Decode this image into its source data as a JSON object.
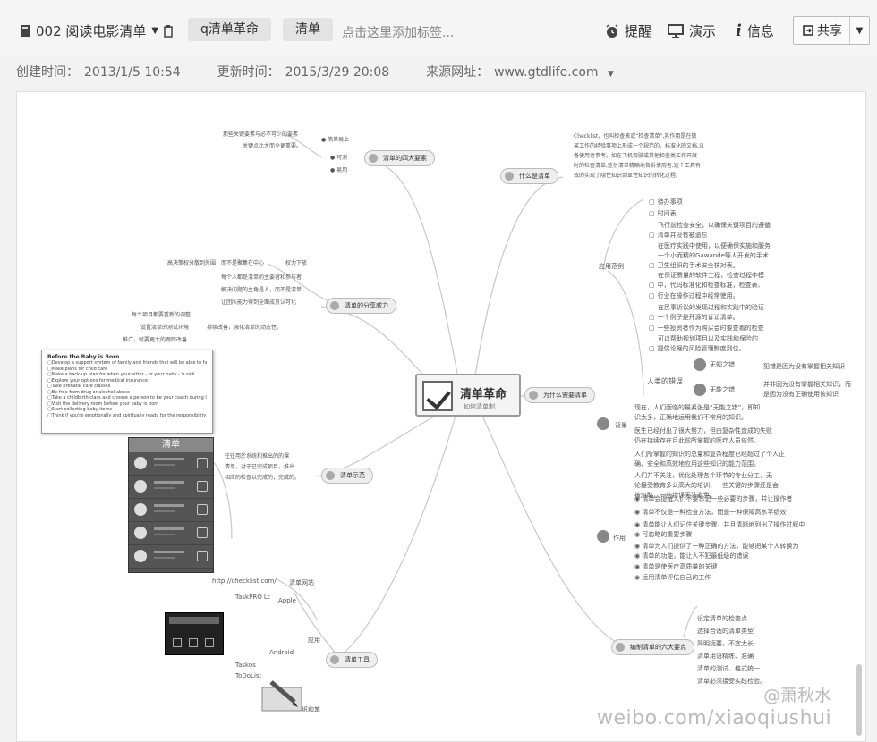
{
  "toolbar": {
    "note_title": "002 阅读电影清单",
    "tags": [
      "q清单革命",
      "清单"
    ],
    "tag_placeholder": "点击这里添加标签...",
    "remind": "提醒",
    "present": "演示",
    "info": "信息",
    "share": "共享"
  },
  "meta": {
    "created_label": "创建时间：",
    "created_value": "2013/1/5 10:54",
    "updated_label": "更新时间：",
    "updated_value": "2015/3/29 20:08",
    "source_label": "来源网址：",
    "source_value": "www.gtdlife.com"
  },
  "mindmap": {
    "center_title": "清单革命",
    "center_sub": "如何清单制",
    "branches": {
      "elements": "清单的四大要素",
      "what": "什么是清单",
      "power": "清单的分享威力",
      "why": "为什么需要清单",
      "apps": "清单示范",
      "tools": "清单工具",
      "howto": "编制清单的六大要点"
    },
    "elements_notes": [
      "那些关键要素与必不可少的要素",
      "关键点比大而全更重要。"
    ],
    "elements_children": [
      "简单易上",
      "可测",
      "易用"
    ],
    "what_text": [
      "Checklist，也叫检查表或“检查清单”,其作用是在做",
      "某工作的经验事项上形成一个规范的、标准化的文档,以",
      "备使用者参考。如在飞机驾驶或其他检查类工作开展",
      "时的检查清单,这份清单精确地告诉使用者,这个工具有",
      "效的实现了隐性知识到显性知识的转化过程。"
    ],
    "power_notes": [
      "高决策权分散到外围，而不是聚集在中心",
      "权力下放",
      "每个人都是清单的主要者和参与者",
      "解决问题的主角是人，而不是清单",
      "让团队能力得到全面成员认可化",
      "每个项目都要重新的调整",
      "设置清单的测试环境",
      "推广，就要更大的跟踪改善",
      "持续改善，强化清单的动态性。"
    ],
    "example_notes": [
      "往往用於系统和推出的的课",
      "清单，对于已完成项目，推出",
      "相应的检查以完成的，完成的。"
    ],
    "doc_card": {
      "title": "Before the Baby is Born",
      "items": [
        "Develop a support system of family and friends that will be able to help you",
        "Make plans for child care",
        "Make a back-up plan for when your sitter - or your baby - is sick",
        "Explore your options for medical insurance",
        "Take prenatal care classes",
        "Be free from drug or alcohol abuse",
        "Take a childbirth class and choose a person to be your coach during labor",
        "Visit the delivery room before your baby is born",
        "Start collecting baby items",
        "Think if you're emotionally and spiritually ready for the responsibility of being a mother"
      ]
    },
    "phone_title": "清单",
    "apps_children": [
      "待办事项",
      "时间表",
      "飞行前检查安全，以确保关键项目的遵循",
      "清单并没有被遗忘",
      "在医疗实践中使用，以便确保实施和服务",
      "一个小而精的Gawande等人开发的手术",
      "卫生组织的手术安全核对表。",
      "在保证质量的软件工程，检查过程中模",
      "中，代码标准化和检查标准，检查表、",
      "行业在操作过程中经常使用。",
      "在民事诉讼的发现过程和实践中的验证",
      "一个例子是开源的诉讼清单。",
      "一些投资者作为购买会时要查看的检查",
      "可以帮助规划项目以及实践和保险的",
      "提供论据的风险管理制度到位。"
    ],
    "why_children": {
      "human_limits": "人类的错误",
      "ignorance": "无知之错",
      "ignorance_text": "犯错是因为没有掌握相关知识",
      "incompetence": "无能之错",
      "incompetence_text": [
        "并非因为没有掌握相关知识，而",
        "是因为没有正确使用该知识"
      ],
      "background": "背景",
      "background_text": [
        "现在，人们面临的最紧张是“无能之错”，即知",
        "识太多，正确地运用我们不常用的知识。",
        "医生已经付出了很大努力，但由复杂性造成的失败",
        "仍在持续存在且此前所掌握的医疗人员依然。",
        "人们所掌握的知识的总量和复杂程度已经超过了个人正",
        "确、安全和高效地应用这些知识的能力范围。",
        "人们并不关注，优化处理各个环节的专业分工，无",
        "论接受教育多么高大的培训，一些关键的步骤还是会",
        "被忽略，一些错误无法避免。"
      ],
      "effect": "作用",
      "effect_text": [
        "清单会提醒人们不要忘记一些必要的步骤，并让操作者",
        "清单不仅是一种检查方法，而是一种保障高水平绩效",
        "清单能让人们记住关键步骤，并且清晰地列出了操作过程中",
        "可忽略的重要步骤",
        "清单为人们提供了一种正确的方法，能够把某个人转换为",
        "清单的功能，能让人不犯最低级的错误",
        "清单是使医疗高质量的关键",
        "运用清单评估自己的工作"
      ]
    },
    "howto_children": [
      "设定清单的检查点",
      "选择合适的清单类型",
      "简明扼要，不宜太长",
      "清单用语精练、准确",
      "清单的测试、格式统一",
      "清单必须接受实践检验。"
    ],
    "tools_children": {
      "site_label": "清单网站",
      "site": "http://checklist.com/",
      "apps_label": "应用",
      "apple": "Apple",
      "taskpro": "TaskPRO Lt",
      "android": "Android",
      "taskos": "Taskos",
      "todolist": "ToDoList",
      "paper": "纸和笔"
    }
  },
  "watermark": {
    "handle": "@萧秋水",
    "url": "weibo.com/xiaoqiushui"
  }
}
